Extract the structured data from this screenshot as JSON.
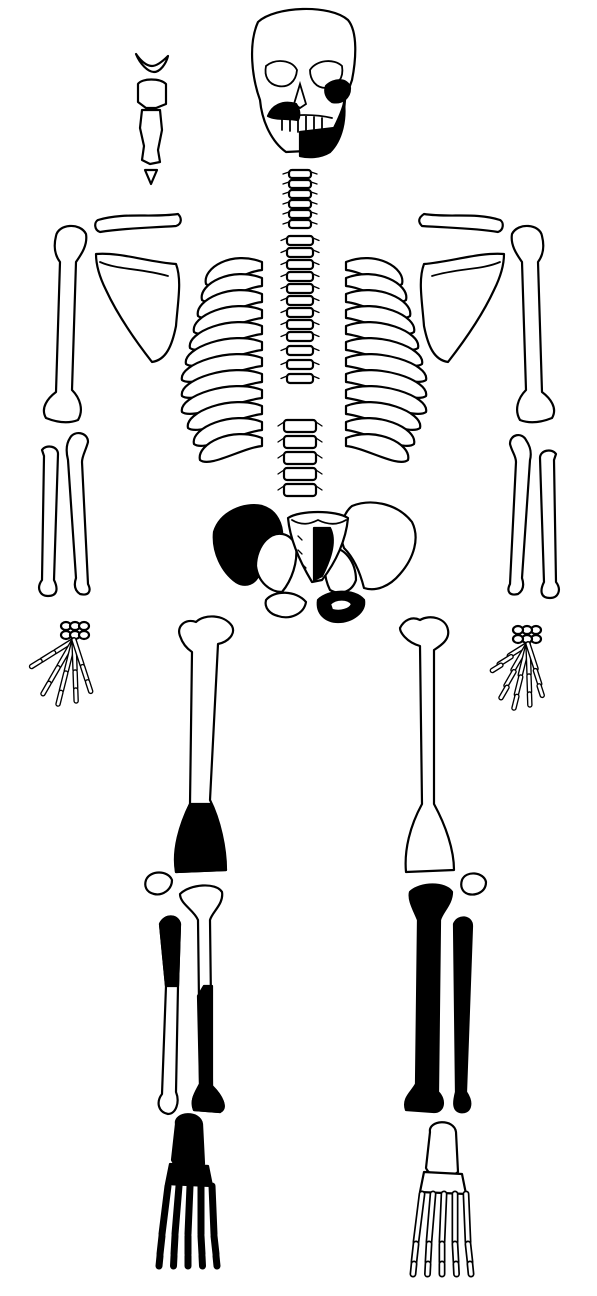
{
  "diagram": {
    "background": "#ffffff",
    "bone_fill": "#ffffff",
    "outline_color": "#000000",
    "shaded_color": "#000000",
    "shaded_meaning_printed": false,
    "shaded_regions": [
      "skull-left-zygomatic",
      "mandible-left-half",
      "right-ilium",
      "sacrum-left-half",
      "left-ischium",
      "right-femur-distal",
      "right-fibula-proximal",
      "right-tibia-distal",
      "left-tibia",
      "left-fibula",
      "right-foot"
    ]
  }
}
